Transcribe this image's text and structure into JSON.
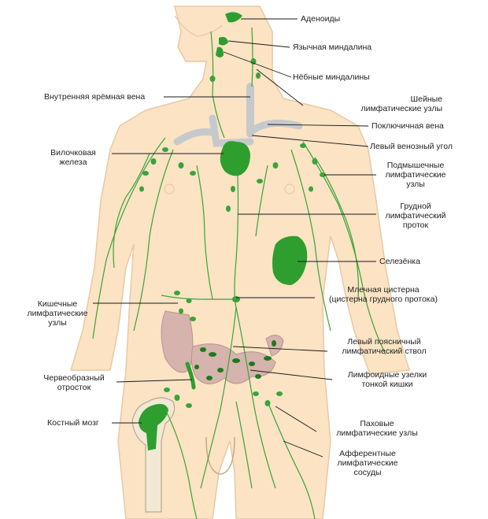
{
  "colors": {
    "skin": "#fbe3c4",
    "skin_outline": "#e8c9a3",
    "lymph": "#3aa33a",
    "lymph_dark": "#1e7a1e",
    "organ_green": "#2e9e2e",
    "vein_gray": "#c6c9cc",
    "intestine": "#d6b3ad",
    "leader": "#1a1a1a"
  },
  "labels": {
    "adenoids": "Аденоиды",
    "lingual_tonsil": "Язычная миндалина",
    "palatine_tonsils": "Нёбные миндалины",
    "internal_jugular": "Внутренняя ярёмная вена",
    "cervical_nodes": "Шейные\nлимфатические узлы",
    "subclavian_vein": "Поключичная вена",
    "thymus": "Вилочковая\nжелеза",
    "left_venous_angle": "Левый венозный угол",
    "axillary_nodes": "Подмышечные\nлимфатические\nузлы",
    "thoracic_duct": "Грудной\nлимфатический\nпроток",
    "spleen": "Селезёнка",
    "cisterna_chyli": "Млечная цистерна\n(цистерна грудного протока)",
    "intestinal_nodes": "Кишечные\nлимфатические\nузлы",
    "lumbar_trunk": "Левый поясничный\nлимфатический ствол",
    "appendix": "Червеобразный\nотросток",
    "peyer_patches": "Лимфоидные узелки\nтонкой кишки",
    "bone_marrow": "Костный мозг",
    "inguinal_nodes": "Паховые\nлимфатические узлы",
    "afferent_vessels": "Афферентные\nлимфатические\nсосуды"
  }
}
